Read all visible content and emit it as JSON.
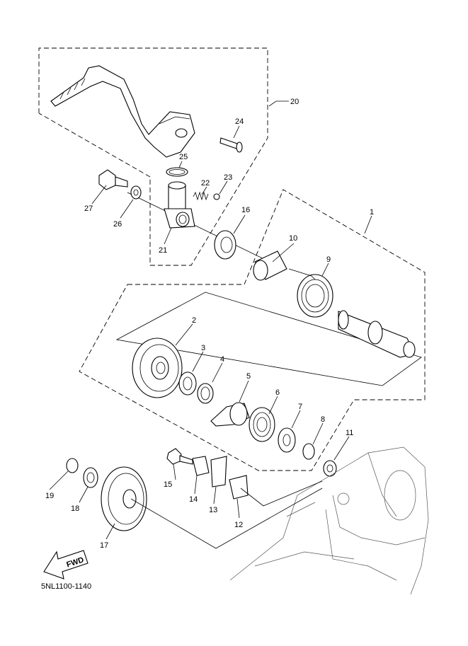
{
  "diagram": {
    "code": "5NL1100-1140",
    "fwd_label": "FWD",
    "callouts": [
      "1",
      "2",
      "3",
      "4",
      "5",
      "6",
      "7",
      "8",
      "9",
      "10",
      "11",
      "12",
      "13",
      "14",
      "15",
      "16",
      "17",
      "18",
      "19",
      "20",
      "21",
      "22",
      "23",
      "24",
      "25",
      "26",
      "27"
    ]
  }
}
